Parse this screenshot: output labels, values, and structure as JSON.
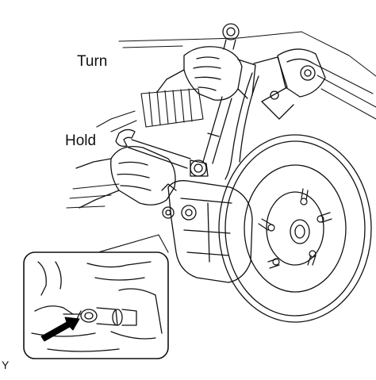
{
  "labels": {
    "turn": "Turn",
    "hold": "Hold",
    "figure_code": "Y"
  },
  "colors": {
    "line": "#111111",
    "background": "#ffffff",
    "arrow_fill": "#000000"
  },
  "icons": {
    "pointer_arrow": "arrow-icon"
  }
}
